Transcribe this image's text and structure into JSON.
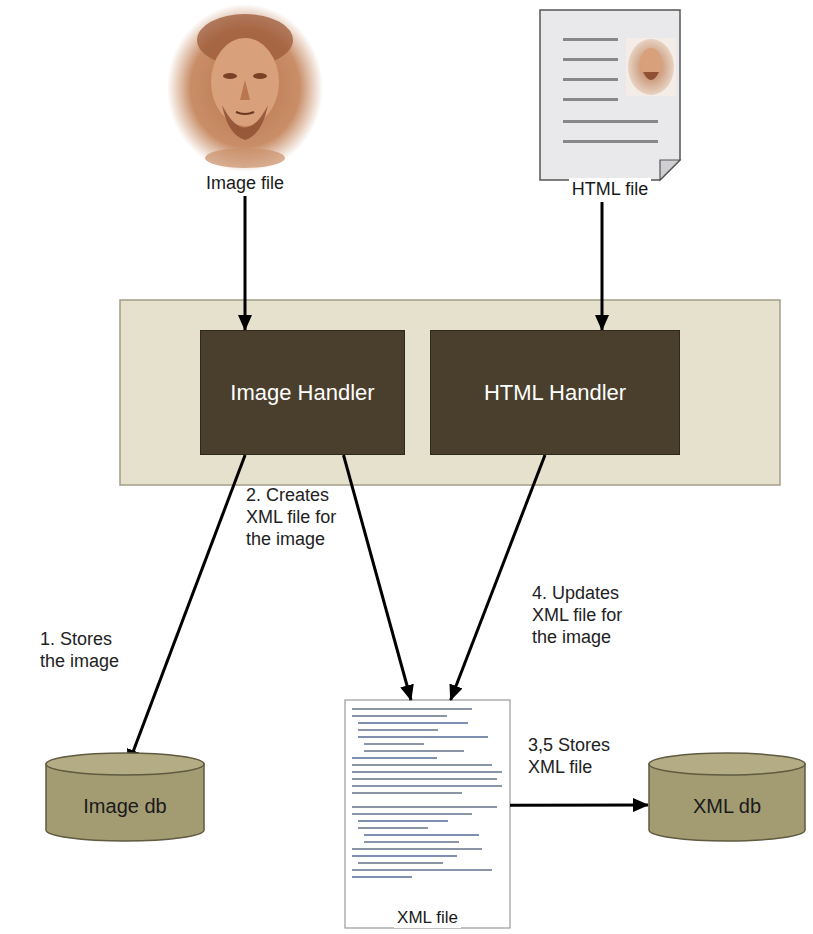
{
  "diagram": {
    "nodes": [
      {
        "text": [
          "Image file"
        ]
      },
      {
        "text": [
          "HTML file"
        ]
      },
      {
        "text": [
          "Image Handler"
        ]
      },
      {
        "text": [
          "HTML Handler"
        ]
      },
      {
        "text": [
          "Image db"
        ]
      },
      {
        "text": [
          "XML file"
        ]
      },
      {
        "text": [
          "XML db"
        ]
      }
    ],
    "edges": [
      {
        "from": 0,
        "to": 2,
        "arrow": "to"
      },
      {
        "from": 1,
        "to": 3,
        "arrow": "to"
      },
      {
        "from": 2,
        "to": 4,
        "arrow": "to",
        "label": "1. Stores the image"
      },
      {
        "from": 2,
        "to": 5,
        "arrow": "to",
        "label": "2. Creates XML file for the image"
      },
      {
        "from": 3,
        "to": 5,
        "arrow": "to",
        "label": "4. Updates XML file for the image"
      },
      {
        "from": 5,
        "to": 6,
        "arrow": "to",
        "label": "3,5 Stores XML file"
      }
    ]
  }
}
